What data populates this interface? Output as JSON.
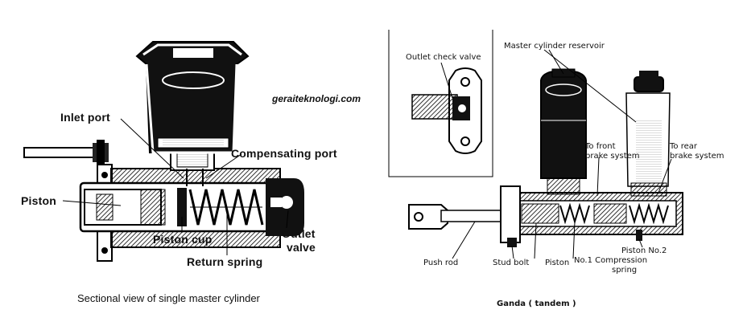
{
  "watermark": "geraiteknologi.com",
  "left_diagram": {
    "caption": "Sectional view of single master cylinder",
    "labels": {
      "inlet_port": "Inlet port",
      "compensating_port": "Compensating port",
      "piston": "Piston",
      "piston_cup": "Piston cup",
      "return_spring": "Return spring",
      "outlet_valve_line1": "Outlet",
      "outlet_valve_line2": "valve"
    }
  },
  "right_diagram": {
    "caption": "Ganda ( tandem )",
    "labels": {
      "outlet_check_valve": "Outlet check valve",
      "master_cylinder_reservoir": "Master cylinder reservoir",
      "to_front_line1": "To front",
      "to_front_line2": "brake system",
      "to_rear_line1": "To rear",
      "to_rear_line2": "brake system",
      "push_rod": "Push rod",
      "stud_bolt": "Stud bolt",
      "piston": "Piston",
      "no1_compression_line1": "No.1 Compression",
      "no1_compression_line2": "spring",
      "piston_no2": "Piston No.2"
    }
  }
}
